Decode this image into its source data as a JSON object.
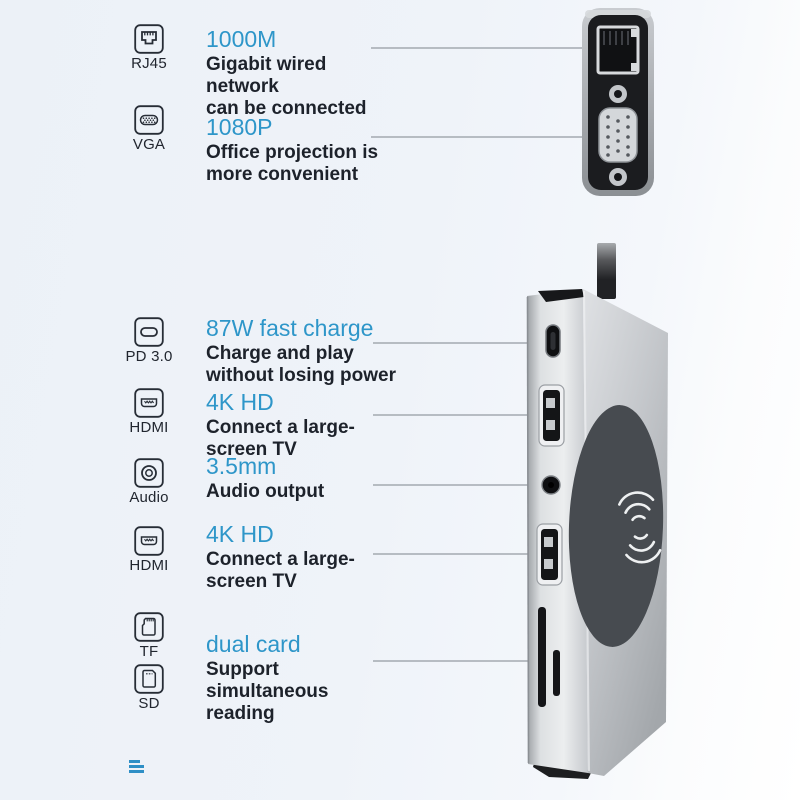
{
  "colors": {
    "accent": "#2e96c9",
    "text": "#1d222b",
    "leader_line": "#7d848c",
    "logo_blue": "#2e8fc6"
  },
  "features": {
    "rj45": {
      "icon": "rj45-port-icon",
      "label": "RJ45",
      "headline": "1000M",
      "line1": "Gigabit wired network",
      "line2": "can be connected"
    },
    "vga": {
      "icon": "vga-port-icon",
      "label": "VGA",
      "headline": "1080P",
      "line1": "Office projection is",
      "line2": "more convenient"
    },
    "pd": {
      "icon": "usb-c-pd-icon",
      "label": "PD 3.0",
      "headline": "87W fast charge",
      "line1": "Charge and play",
      "line2": "without losing power"
    },
    "hdmi1": {
      "icon": "hdmi-port-icon",
      "label": "HDMI",
      "headline": "4K HD",
      "line1": "Connect a large-",
      "line2": "screen TV"
    },
    "audio": {
      "icon": "audio-jack-icon",
      "label": "Audio",
      "headline": "3.5mm",
      "line1": "Audio output"
    },
    "hdmi2": {
      "icon": "hdmi-port-icon",
      "label": "HDMI",
      "headline": "4K HD",
      "line1": "Connect a large-",
      "line2": "screen TV"
    },
    "cards": {
      "tf_icon": "tf-card-icon",
      "tf_label": "TF",
      "sd_icon": "sd-card-icon",
      "sd_label": "SD",
      "headline": "dual card",
      "line1": "Support",
      "line2": "simultaneous reading"
    }
  }
}
